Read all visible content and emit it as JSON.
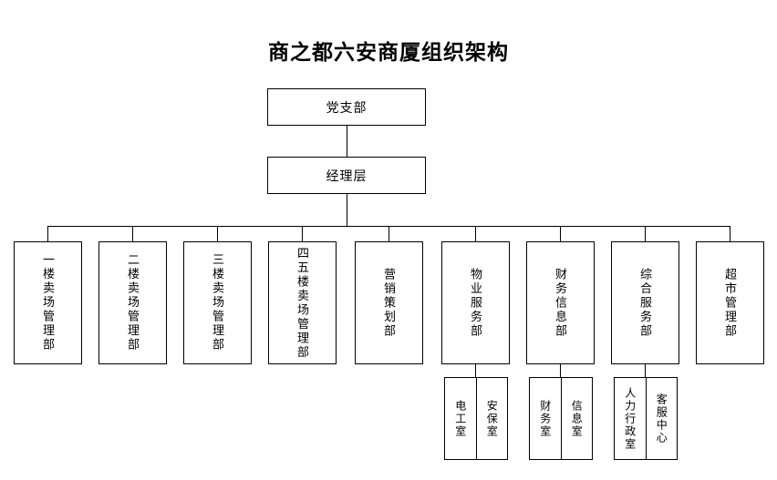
{
  "title": "商之都六安商厦组织架构",
  "colors": {
    "background": "#ffffff",
    "line": "#000000",
    "text": "#000000"
  },
  "chart_data": {
    "type": "diagram",
    "diagram_kind": "organization-chart",
    "title": "商之都六安商厦组织架构",
    "orientation": "top-down",
    "levels": 3,
    "nodes": [
      {
        "id": "party",
        "label": "党支部",
        "level": 1,
        "text_orientation": "horizontal"
      },
      {
        "id": "management",
        "label": "经理层",
        "level": 2,
        "text_orientation": "horizontal"
      },
      {
        "id": "floor1",
        "label": "一楼卖场管理部",
        "level": 3,
        "text_orientation": "vertical"
      },
      {
        "id": "floor2",
        "label": "二楼卖场管理部",
        "level": 3,
        "text_orientation": "vertical"
      },
      {
        "id": "floor3",
        "label": "三楼卖场管理部",
        "level": 3,
        "text_orientation": "vertical"
      },
      {
        "id": "floor45",
        "label": "四五楼卖场管理部",
        "level": 3,
        "text_orientation": "vertical"
      },
      {
        "id": "marketing",
        "label": "营销策划部",
        "level": 3,
        "text_orientation": "vertical"
      },
      {
        "id": "property",
        "label": "物业服务部",
        "level": 3,
        "text_orientation": "vertical"
      },
      {
        "id": "finance",
        "label": "财务信息部",
        "level": 3,
        "text_orientation": "vertical"
      },
      {
        "id": "general",
        "label": "综合服务部",
        "level": 3,
        "text_orientation": "vertical"
      },
      {
        "id": "supermarket",
        "label": "超市管理部",
        "level": 3,
        "text_orientation": "vertical"
      },
      {
        "id": "electrician",
        "label": "电工室",
        "level": 4,
        "text_orientation": "vertical",
        "parent": "property"
      },
      {
        "id": "security",
        "label": "安保室",
        "level": 4,
        "text_orientation": "vertical",
        "parent": "property"
      },
      {
        "id": "accounting",
        "label": "财务室",
        "level": 4,
        "text_orientation": "vertical",
        "parent": "finance"
      },
      {
        "id": "information",
        "label": "信息室",
        "level": 4,
        "text_orientation": "vertical",
        "parent": "finance"
      },
      {
        "id": "hr",
        "label": "人力行政室",
        "level": 4,
        "text_orientation": "vertical",
        "parent": "general"
      },
      {
        "id": "customer",
        "label": "客服中心",
        "level": 4,
        "text_orientation": "vertical",
        "parent": "general"
      }
    ],
    "edges": [
      {
        "from": "party",
        "to": "management"
      },
      {
        "from": "management",
        "to": "floor1"
      },
      {
        "from": "management",
        "to": "floor2"
      },
      {
        "from": "management",
        "to": "floor3"
      },
      {
        "from": "management",
        "to": "floor45"
      },
      {
        "from": "management",
        "to": "marketing"
      },
      {
        "from": "management",
        "to": "property"
      },
      {
        "from": "management",
        "to": "finance"
      },
      {
        "from": "management",
        "to": "general"
      },
      {
        "from": "management",
        "to": "supermarket"
      },
      {
        "from": "property",
        "to": "electrician"
      },
      {
        "from": "property",
        "to": "security"
      },
      {
        "from": "finance",
        "to": "accounting"
      },
      {
        "from": "finance",
        "to": "information"
      },
      {
        "from": "general",
        "to": "hr"
      },
      {
        "from": "general",
        "to": "customer"
      }
    ]
  },
  "top": {
    "party_label": "党支部",
    "management_label": "经理层"
  },
  "departments": [
    {
      "label": "一楼卖场管理部"
    },
    {
      "label": "二楼卖场管理部"
    },
    {
      "label": "三楼卖场管理部"
    },
    {
      "label": "四五楼卖场管理部"
    },
    {
      "label": "营销策划部"
    },
    {
      "label": "物业服务部"
    },
    {
      "label": "财务信息部"
    },
    {
      "label": "综合服务部"
    },
    {
      "label": "超市管理部"
    }
  ],
  "subunits": {
    "property": [
      {
        "label": "电工室"
      },
      {
        "label": "安保室"
      }
    ],
    "finance": [
      {
        "label": "财务室"
      },
      {
        "label": "信息室"
      }
    ],
    "general": [
      {
        "label": "人力行政室"
      },
      {
        "label": "客服中心"
      }
    ]
  }
}
